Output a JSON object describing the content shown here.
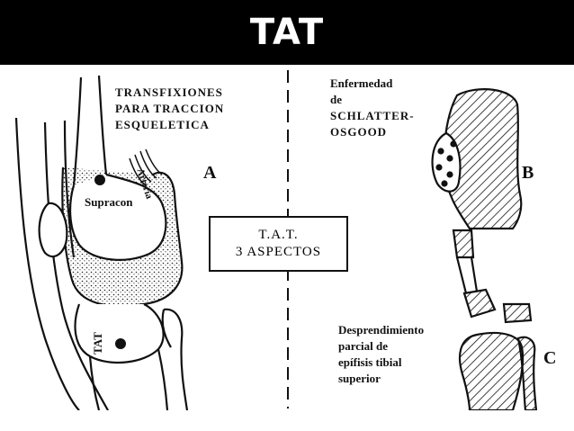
{
  "title": "TAT",
  "labels": {
    "transfixiones": [
      "TRANSFIXIONES",
      "PARA TRACCION",
      "ESQUELETICA"
    ],
    "arteria": "Arteria",
    "supracon": "Supracon",
    "tat_vertical": "TAT",
    "letter_a": "A",
    "center_box": [
      "T.A.T.",
      "3 ASPECTOS"
    ],
    "schlatter": [
      "Enfermedad",
      "de",
      "SCHLATTER-",
      "OSGOOD"
    ],
    "letter_b": "B",
    "desprendimiento": [
      "Desprendimiento",
      "parcial de",
      "epífisis tibial",
      "superior"
    ],
    "letter_c": "C"
  }
}
